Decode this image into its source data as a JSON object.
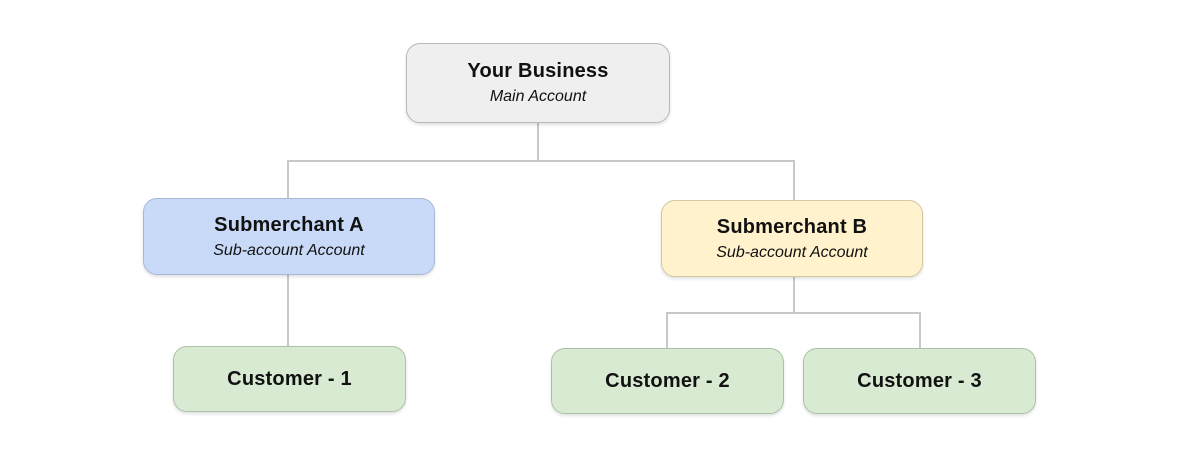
{
  "diagram": {
    "description": "Account hierarchy tree",
    "palette": {
      "root_fill": "#efefef",
      "root_border": "#b9b9b9",
      "submerchant_a_fill": "#c9daf8",
      "submerchant_a_border": "#a9b8d6",
      "submerchant_b_fill": "#fff2cc",
      "submerchant_b_border": "#d5c9a3",
      "customer_fill": "#d9ead3",
      "customer_border": "#adc2a5",
      "connector_line": "#c8c8c8",
      "text": "#111111",
      "background": "#ffffff"
    },
    "nodes": {
      "root": {
        "title": "Your Business",
        "subtitle": "Main Account"
      },
      "submerchant_a": {
        "title": "Submerchant A",
        "subtitle": "Sub-account Account"
      },
      "submerchant_b": {
        "title": "Submerchant B",
        "subtitle": "Sub-account Account"
      },
      "customer_1": {
        "title": "Customer - 1"
      },
      "customer_2": {
        "title": "Customer - 2"
      },
      "customer_3": {
        "title": "Customer - 3"
      }
    },
    "edges": [
      {
        "from": "root",
        "to": "submerchant_a"
      },
      {
        "from": "root",
        "to": "submerchant_b"
      },
      {
        "from": "submerchant_a",
        "to": "customer_1"
      },
      {
        "from": "submerchant_b",
        "to": "customer_2"
      },
      {
        "from": "submerchant_b",
        "to": "customer_3"
      }
    ]
  }
}
